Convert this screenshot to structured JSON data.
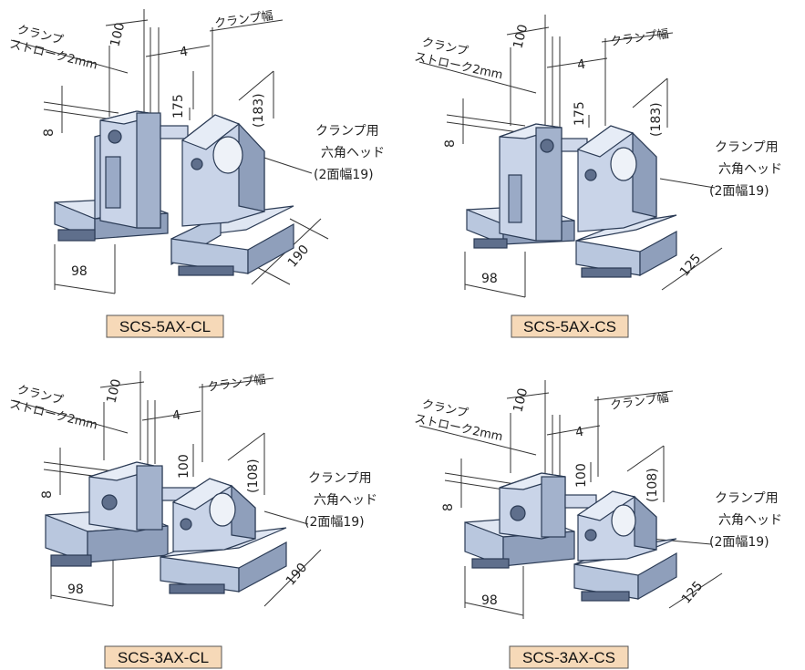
{
  "colors": {
    "block_top": "#dfe6f2",
    "block_front": "#b9c7de",
    "block_side": "#8f9fbb",
    "block_dark": "#5f6f8c",
    "label_bg": "#f6d9b8",
    "line": "#333333"
  },
  "texts": {
    "clamp": "クランプ",
    "stroke": "ストローク2mm",
    "clamp_width": "クランプ幅",
    "hex_line1": "クランプ用",
    "hex_line2": "六角ヘッド",
    "hex_line3": "(2面幅19)"
  },
  "models": [
    {
      "label": "SCS-5AX-CL",
      "d100": "100",
      "d4": "4",
      "dh": "175",
      "dch": "(183)",
      "d8": "8",
      "d98": "98",
      "dbase": "190"
    },
    {
      "label": "SCS-5AX-CS",
      "d100": "100",
      "d4": "4",
      "dh": "175",
      "dch": "(183)",
      "d8": "8",
      "d98": "98",
      "dbase": "125"
    },
    {
      "label": "SCS-3AX-CL",
      "d100": "100",
      "d4": "4",
      "dh": "100",
      "dch": "(108)",
      "d8": "8",
      "d98": "98",
      "dbase": "190"
    },
    {
      "label": "SCS-3AX-CS",
      "d100": "100",
      "d4": "4",
      "dh": "100",
      "dch": "(108)",
      "d8": "8",
      "d98": "98",
      "dbase": "125"
    }
  ]
}
